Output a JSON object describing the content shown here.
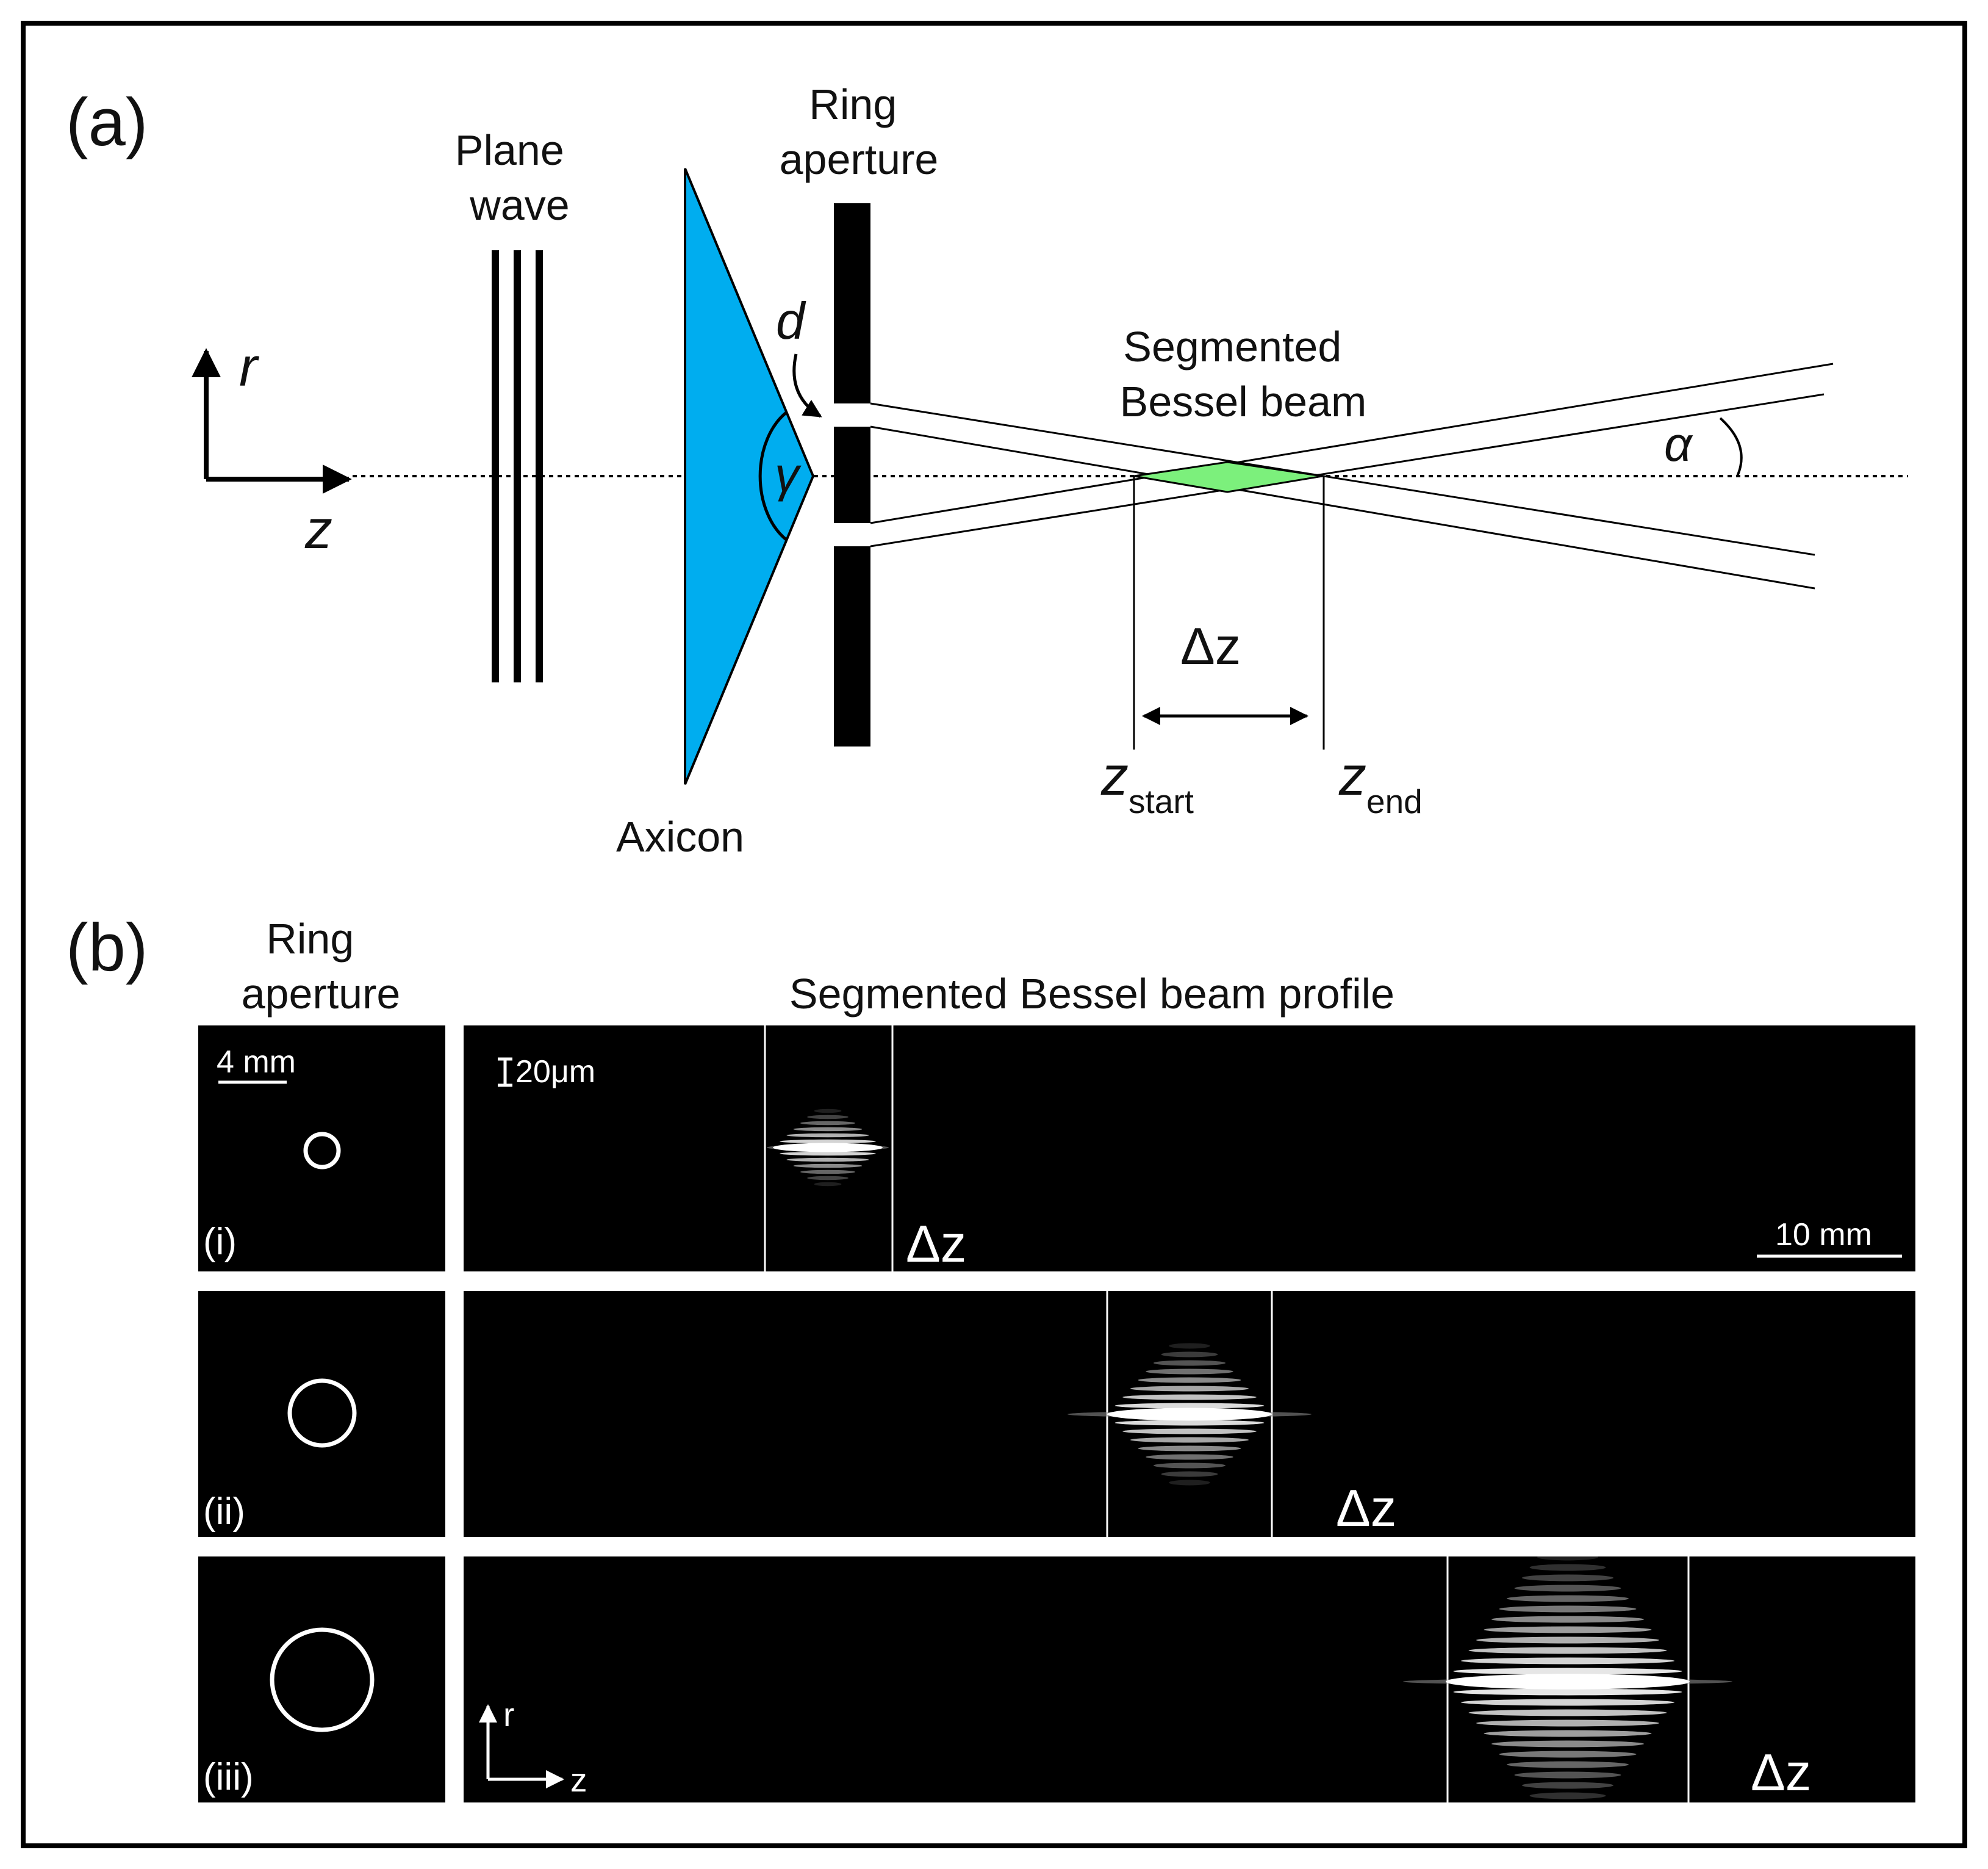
{
  "panel_a": {
    "label": "(a)",
    "plane_wave": [
      "Plane",
      "wave"
    ],
    "ring_aperture": [
      "Ring",
      "aperture"
    ],
    "axicon": "Axicon",
    "d": "d",
    "gamma": "γ",
    "alpha": "α",
    "beam_label": [
      "Segmented",
      "Bessel beam"
    ],
    "delta_z": "Δz",
    "z_start": {
      "main": "z",
      "sub": "start"
    },
    "z_end": {
      "main": "z",
      "sub": "end"
    },
    "axis_r": "r",
    "axis_z": "z"
  },
  "panel_b": {
    "label": "(b)",
    "ring_aperture": [
      "Ring",
      "aperture"
    ],
    "profile_title": "Segmented Bessel beam profile",
    "scale_ring": "4 mm",
    "scale_radial": "20μm",
    "scale_axial": "10 mm",
    "axis_r": "r",
    "axis_z": "z",
    "rows": [
      {
        "id": "(i)",
        "delta_z": "Δz"
      },
      {
        "id": "(ii)",
        "delta_z": "Δz"
      },
      {
        "id": "(iii)",
        "delta_z": "Δz"
      }
    ]
  },
  "colors": {
    "axicon": "#00adef",
    "overlap": "#7cf07c",
    "image_bg": "#000000",
    "frame": "#000000"
  }
}
